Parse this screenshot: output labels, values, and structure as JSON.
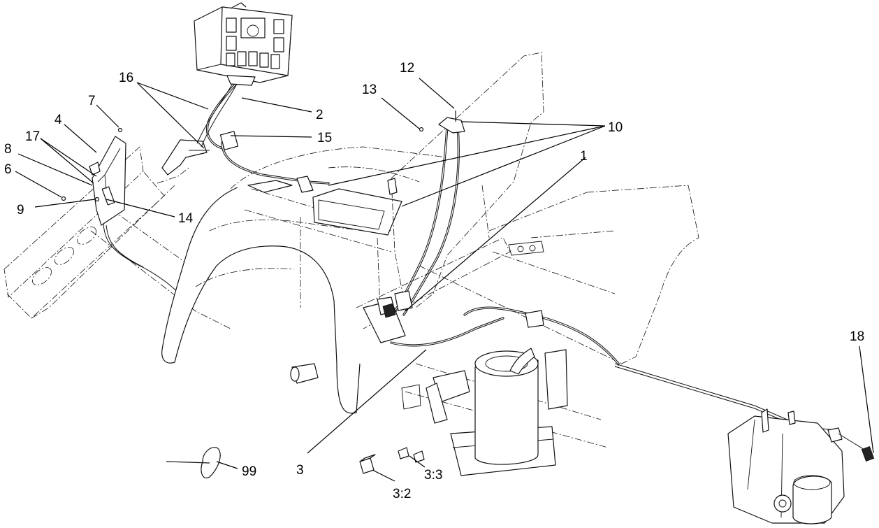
{
  "callouts": {
    "c1": "1",
    "c2": "2",
    "c3": "3",
    "c3_2": "3:2",
    "c3_3": "3:3",
    "c4": "4",
    "c6": "6",
    "c7": "7",
    "c8": "8",
    "c9": "9",
    "c10": "10",
    "c12": "12",
    "c13": "13",
    "c14": "14",
    "c15": "15",
    "c16": "16",
    "c17": "17",
    "c18": "18",
    "c99": "99"
  },
  "colors": {
    "line": "#111111",
    "background": "#ffffff"
  }
}
